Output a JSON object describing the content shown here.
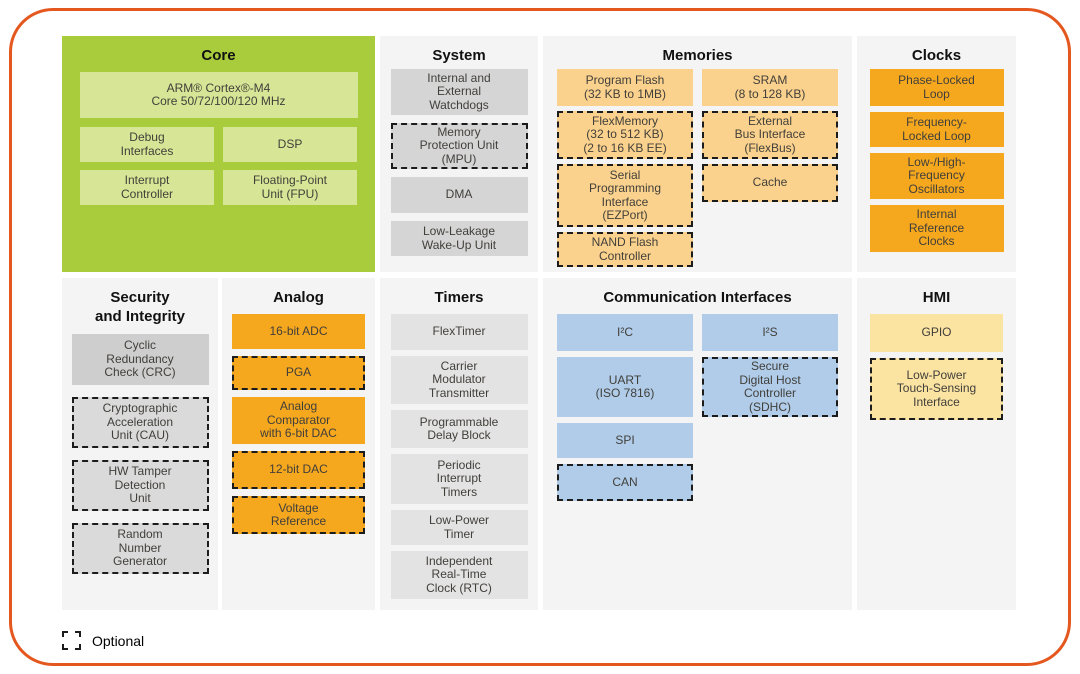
{
  "colors": {
    "frame_border": "#e4571f",
    "core_green": "#a9cc3d",
    "core_block_green": "#d7e696",
    "system_gray": "#d5d5d5",
    "timers_gray": "#e3e3e3",
    "memories_orange": "#fbd28d",
    "clocks_analog_orange": "#f5a71e",
    "comm_blue": "#b0cce9",
    "hmi_yellow": "#fbe3a2",
    "panel_bg": "#f4f4f4"
  },
  "sections": {
    "core": {
      "title": "Core",
      "blocks": {
        "arm": "ARM® Cortex®-M4\nCore 50/72/100/120 MHz",
        "debug": "Debug\nInterfaces",
        "dsp": "DSP",
        "interrupt": "Interrupt\nController",
        "fpu": "Floating-Point\nUnit (FPU)"
      }
    },
    "system": {
      "title": "System",
      "blocks": [
        {
          "label": "Internal and\nExternal\nWatchdogs",
          "optional": false
        },
        {
          "label": "Memory\nProtection Unit\n(MPU)",
          "optional": true
        },
        {
          "label": "DMA",
          "optional": false
        },
        {
          "label": "Low-Leakage\nWake-Up Unit",
          "optional": false
        }
      ]
    },
    "memories": {
      "title": "Memories",
      "left": [
        {
          "label": "Program Flash\n(32 KB to 1MB)",
          "optional": false
        },
        {
          "label": "FlexMemory\n(32 to 512 KB)\n(2 to 16 KB EE)",
          "optional": true
        },
        {
          "label": "Serial\nProgramming\nInterface\n(EZPort)",
          "optional": true
        },
        {
          "label": "NAND Flash\nController",
          "optional": true
        }
      ],
      "right": [
        {
          "label": "SRAM\n(8 to 128 KB)",
          "optional": false
        },
        {
          "label": "External\nBus Interface\n(FlexBus)",
          "optional": true
        },
        {
          "label": "Cache",
          "optional": true
        }
      ]
    },
    "clocks": {
      "title": "Clocks",
      "blocks": [
        {
          "label": "Phase-Locked\nLoop",
          "optional": false
        },
        {
          "label": "Frequency-\nLocked Loop",
          "optional": false
        },
        {
          "label": "Low-/High-\nFrequency\nOscillators",
          "optional": false
        },
        {
          "label": "Internal\nReference\nClocks",
          "optional": false
        }
      ]
    },
    "security": {
      "title": "Security\nand Integrity",
      "blocks": [
        {
          "label": "Cyclic\nRedundancy\nCheck (CRC)",
          "optional": false
        },
        {
          "label": "Cryptographic\nAcceleration\nUnit (CAU)",
          "optional": true
        },
        {
          "label": "HW Tamper\nDetection\nUnit",
          "optional": true
        },
        {
          "label": "Random\nNumber\nGenerator",
          "optional": true
        }
      ]
    },
    "analog": {
      "title": "Analog",
      "blocks": [
        {
          "label": "16-bit ADC",
          "optional": false
        },
        {
          "label": "PGA",
          "optional": true
        },
        {
          "label": "Analog\nComparator\nwith 6-bit DAC",
          "optional": false
        },
        {
          "label": "12-bit DAC",
          "optional": true
        },
        {
          "label": "Voltage\nReference",
          "optional": true
        }
      ]
    },
    "timers": {
      "title": "Timers",
      "blocks": [
        {
          "label": "FlexTimer",
          "optional": false
        },
        {
          "label": "Carrier\nModulator\nTransmitter",
          "optional": false
        },
        {
          "label": "Programmable\nDelay Block",
          "optional": false
        },
        {
          "label": "Periodic\nInterrupt\nTimers",
          "optional": false
        },
        {
          "label": "Low-Power\nTimer",
          "optional": false
        },
        {
          "label": "Independent\nReal-Time\nClock (RTC)",
          "optional": false
        }
      ]
    },
    "comm": {
      "title": "Communication Interfaces",
      "left": [
        {
          "label": "I²C",
          "optional": false
        },
        {
          "label": "UART\n(ISO 7816)",
          "optional": false
        },
        {
          "label": "SPI",
          "optional": false
        },
        {
          "label": "CAN",
          "optional": true
        }
      ],
      "right": [
        {
          "label": "I²S",
          "optional": false
        },
        {
          "label": "Secure\nDigital Host\nController\n(SDHC)",
          "optional": true
        }
      ]
    },
    "hmi": {
      "title": "HMI",
      "blocks": [
        {
          "label": "GPIO",
          "optional": false
        },
        {
          "label": "Low-Power\nTouch-Sensing\nInterface",
          "optional": true
        }
      ]
    }
  },
  "legend": {
    "optional_label": "Optional"
  }
}
